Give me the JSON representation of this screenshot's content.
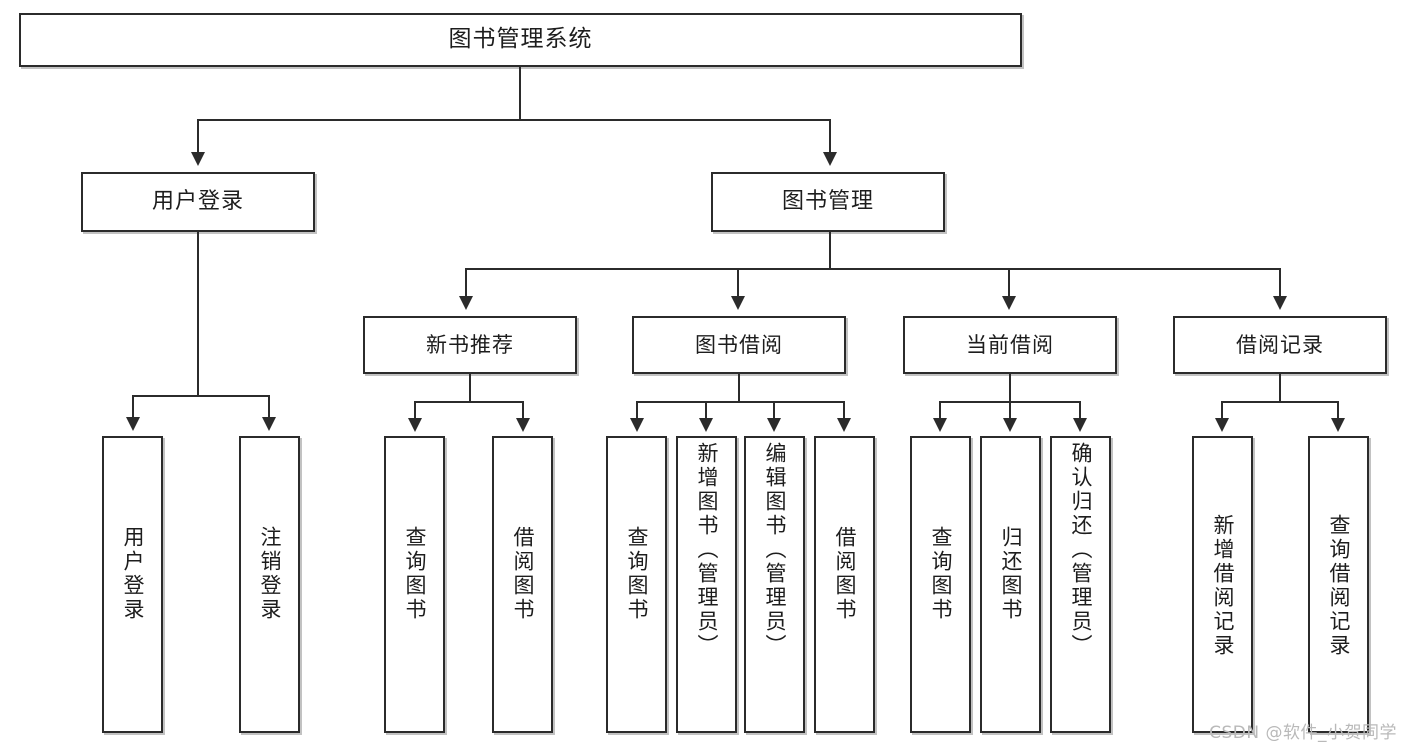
{
  "diagram": {
    "title": "图书管理系统",
    "type": "tree",
    "root": {
      "label": "图书管理系统"
    },
    "level2": [
      {
        "label": "用户登录"
      },
      {
        "label": "图书管理"
      }
    ],
    "level3": [
      {
        "label": "新书推荐"
      },
      {
        "label": "图书借阅"
      },
      {
        "label": "当前借阅"
      },
      {
        "label": "借阅记录"
      }
    ],
    "leaves": {
      "user_login": [
        {
          "label": "用户登录"
        },
        {
          "label": "注销登录"
        }
      ],
      "new_book_recommend": [
        {
          "label": "查询图书"
        },
        {
          "label": "借阅图书"
        }
      ],
      "book_borrow": [
        {
          "label": "查询图书"
        },
        {
          "label": "新增图书（管理员）"
        },
        {
          "label": "编辑图书（管理员）"
        },
        {
          "label": "借阅图书"
        }
      ],
      "current_borrow": [
        {
          "label": "查询图书"
        },
        {
          "label": "归还图书"
        },
        {
          "label": "确认归还（管理员）"
        }
      ],
      "borrow_record": [
        {
          "label": "新增借阅记录"
        },
        {
          "label": "查询借阅记录"
        }
      ]
    }
  },
  "watermark": {
    "text": "CSDN @软件_小贺同学"
  },
  "colors": {
    "stroke": "#2b2b2b",
    "background": "#ffffff",
    "watermark": "#b9b9b9"
  }
}
